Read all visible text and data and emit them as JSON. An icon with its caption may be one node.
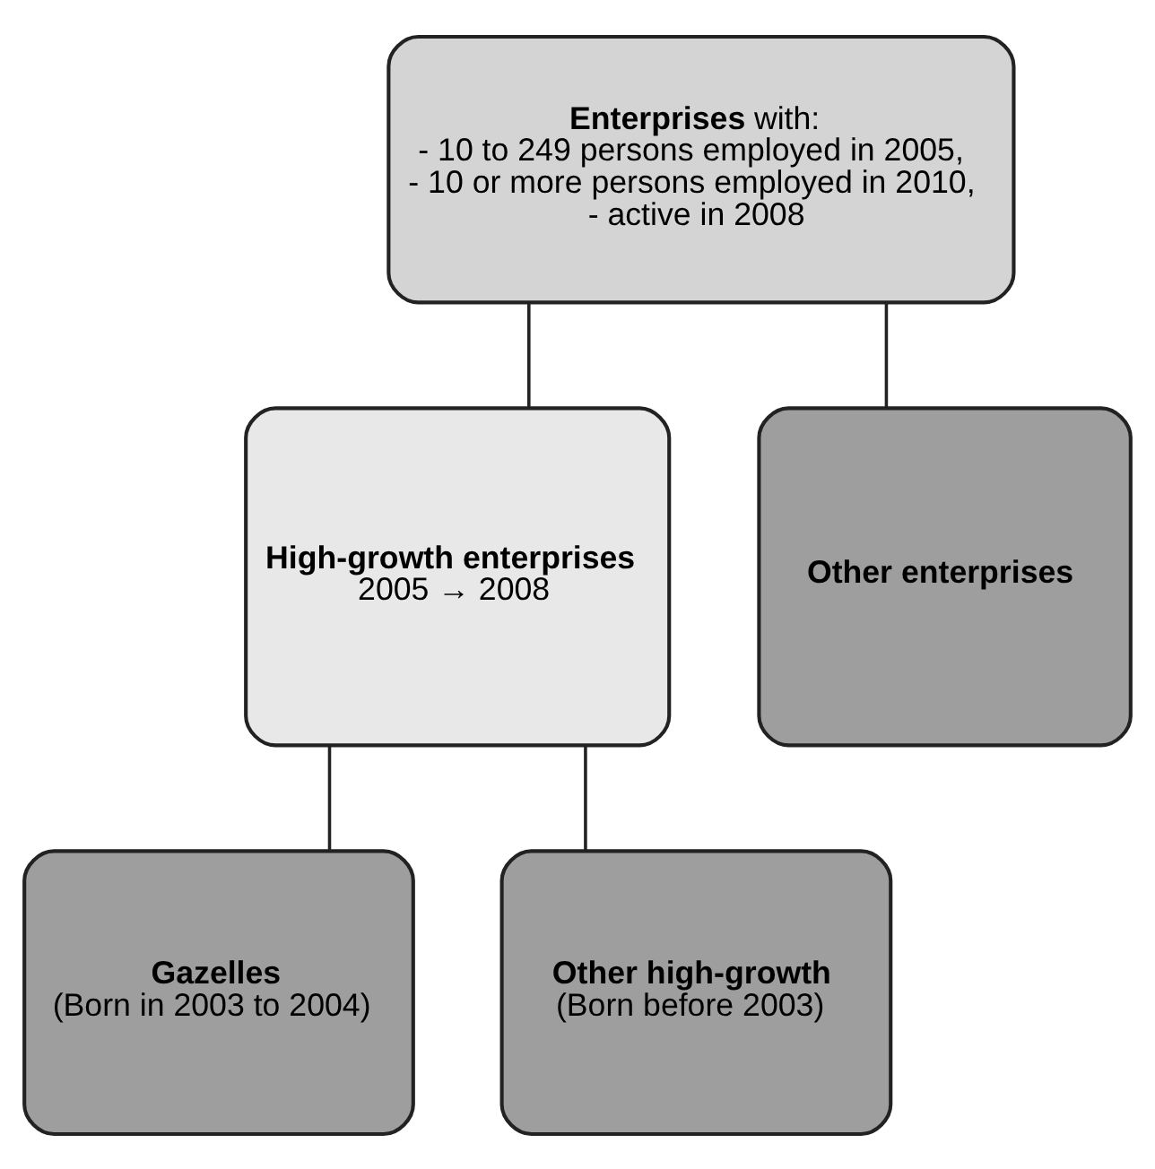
{
  "diagram": {
    "nodes": [
      {
        "text": [
          "**Enterprises** with:",
          "- 10 to 249 persons employed in 2005,",
          "- 10 or more persons employed in 2010,",
          "- active in 2008"
        ]
      },
      {
        "text": [
          "High-growth enterprises",
          "2005 → 2008"
        ]
      },
      {
        "text": [
          "Other enterprises"
        ]
      },
      {
        "text": [
          "Gazelles",
          "(Born in 2003 to 2004)"
        ]
      },
      {
        "text": [
          "Other high-growth",
          "(Born before 2003)"
        ]
      }
    ],
    "edges": [
      {
        "from": 0,
        "to": 1,
        "arrow": "none"
      },
      {
        "from": 0,
        "to": 2,
        "arrow": "none"
      },
      {
        "from": 1,
        "to": 3,
        "arrow": "none"
      },
      {
        "from": 1,
        "to": 4,
        "arrow": "none"
      }
    ]
  }
}
